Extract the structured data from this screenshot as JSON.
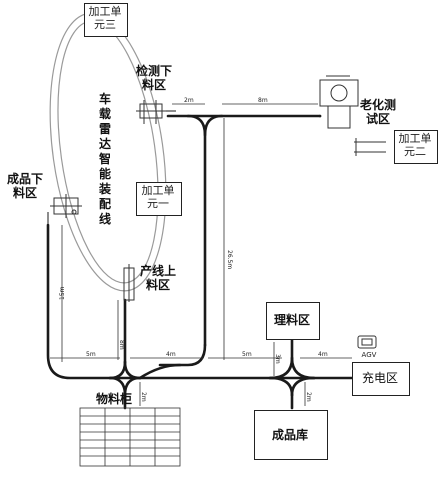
{
  "labels": {
    "unit3": "加工单元三",
    "unit1": "加工单元一",
    "unit2": "加工单元二",
    "inspection": "检测下料区",
    "aging": "老化测试区",
    "finished_unload": "成品下料区",
    "line_load": "产线上料区",
    "sorting": "理料区",
    "charging": "充电区",
    "materials": "物料柜",
    "warehouse": "成品库",
    "radar_line": "车载雷达智能装配线",
    "agv": "AGV"
  },
  "dimensions": {
    "d_2m_top": "2m",
    "d_8m_top": "8m",
    "d_26_5m": "26.5m",
    "d_15m": "15m",
    "d_8m_vert": "8m",
    "d_5m_left": "5m",
    "d_4m_mid": "4m",
    "d_5m_right": "5m",
    "d_4m_right": "4m",
    "d_3m": "3m",
    "d_2m_left_bottom": "2m",
    "d_2m_right_bottom": "2m"
  },
  "colors": {
    "track": "#1a1a1a",
    "ellipse": "#9a9a9a",
    "dim": "#333333"
  }
}
